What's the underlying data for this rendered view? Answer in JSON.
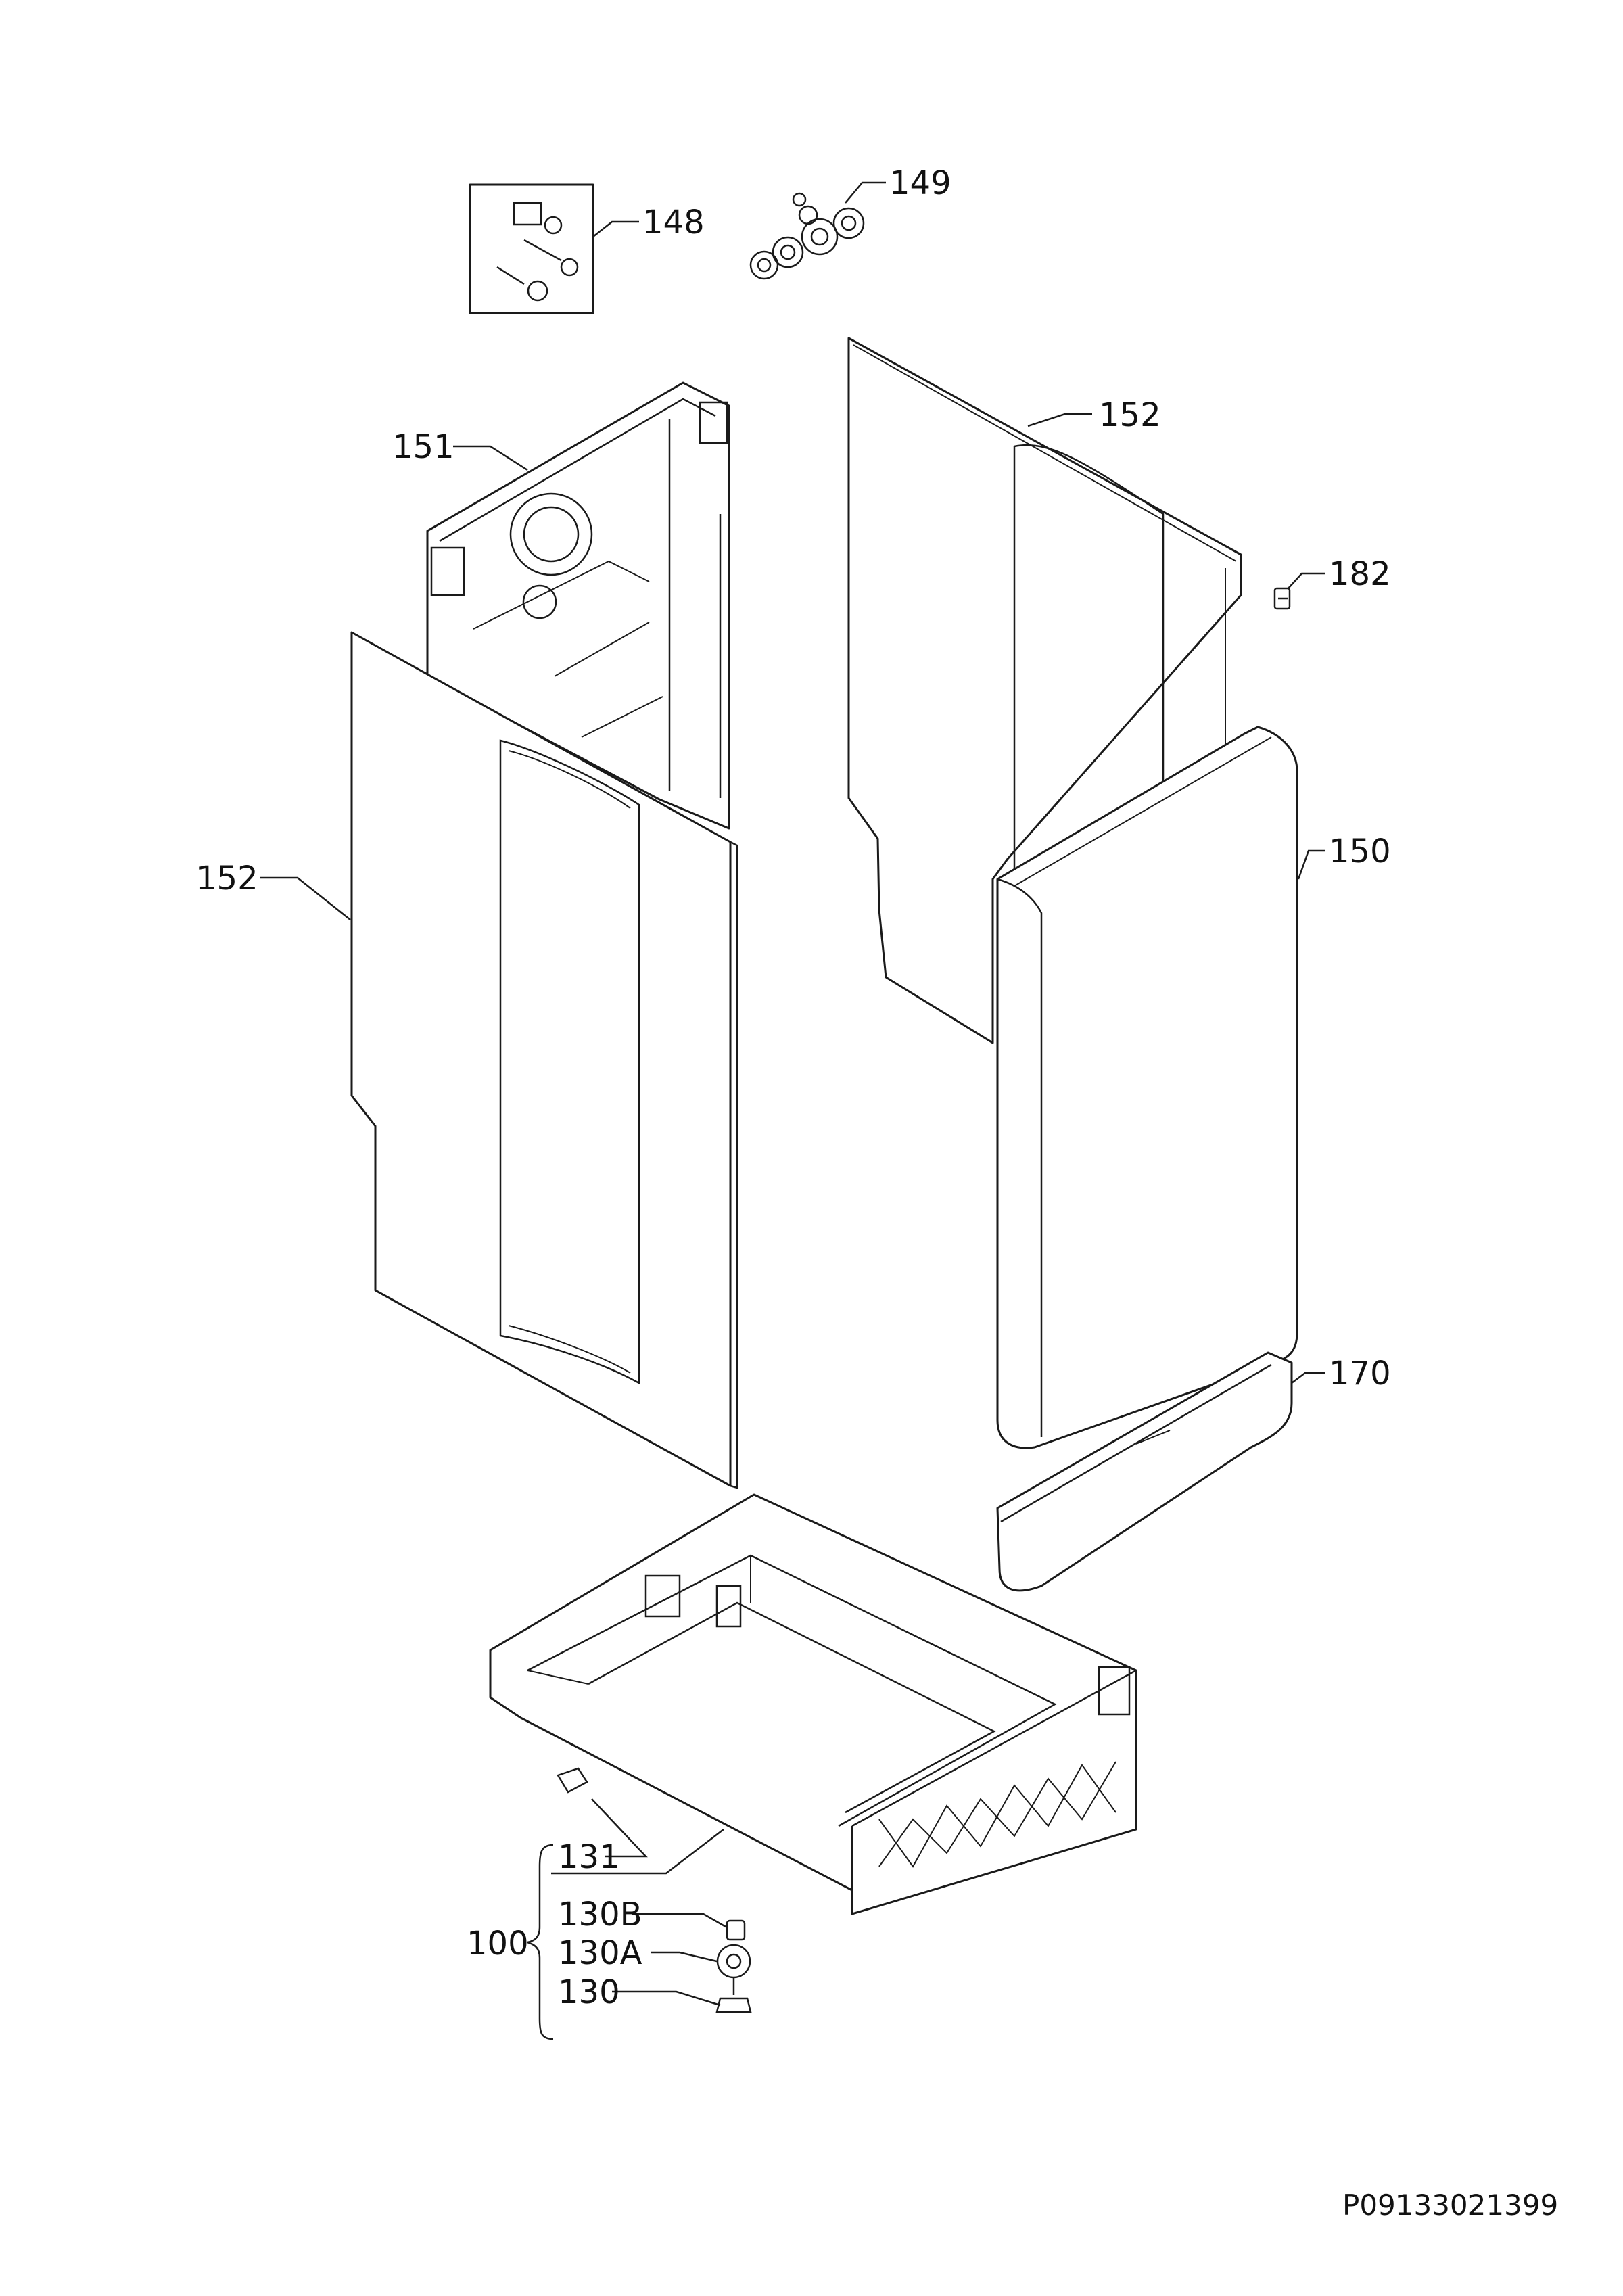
{
  "callouts": {
    "c148": "148",
    "c149": "149",
    "c151": "151",
    "c152_top": "152",
    "c182": "182",
    "c152_left": "152",
    "c150": "150",
    "c170": "170",
    "c131": "131",
    "c100": "100",
    "c130B": "130B",
    "c130A": "130A",
    "c130": "130"
  },
  "document_id": "P09133021399"
}
